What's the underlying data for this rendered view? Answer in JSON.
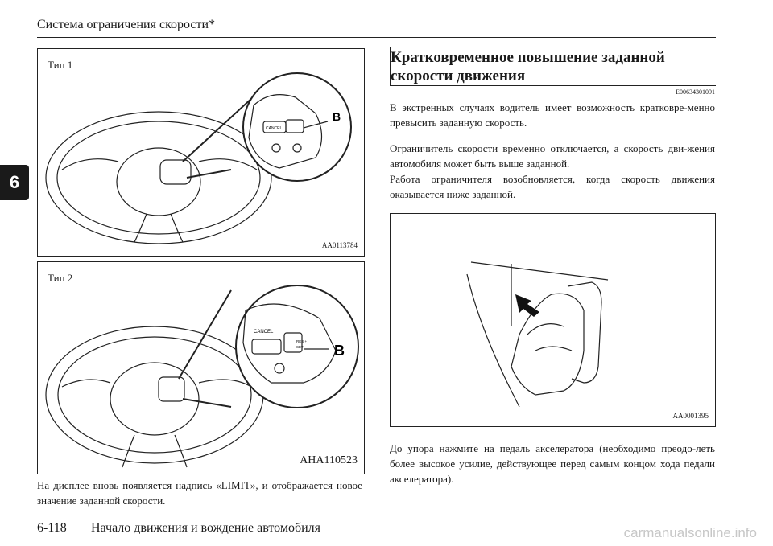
{
  "header": {
    "title": "Система ограничения скорости*"
  },
  "chapter_tab": "6",
  "figures": {
    "fig1": {
      "label": "Тип 1",
      "code": "AA0113784",
      "callout": "B",
      "button_label": "CANCEL"
    },
    "fig2": {
      "label": "Тип 2",
      "code": "AHA110523",
      "callout": "B",
      "button_label": "CANCEL",
      "button_label_2": "RES +",
      "button_label_3": "SET -"
    },
    "fig3": {
      "code": "AA0001395"
    }
  },
  "left_text": "На дисплее вновь появляется надпись «LIMIT», и отображается новое значение заданной скорости.",
  "section": {
    "heading": "Кратковременное повышение заданной скорости движения",
    "code": "E00634301091"
  },
  "paragraphs": [
    "В экстренных случаях водитель имеет возможность кратковре-менно превысить заданную скорость.",
    "Ограничитель скорости временно отключается, а скорость дви-жения автомобиля может быть выше заданной.",
    "Работа ограничителя возобновляется, когда скорость движения оказывается ниже заданной.",
    "До упора нажмите на педаль акселератора (необходимо преодо-леть более высокое усилие, действующее перед самым концом хода педали акселератора)."
  ],
  "footer": {
    "page": "6-118",
    "chapter": "Начало движения и вождение автомобиля"
  },
  "watermark": "carmanualsonline.info"
}
